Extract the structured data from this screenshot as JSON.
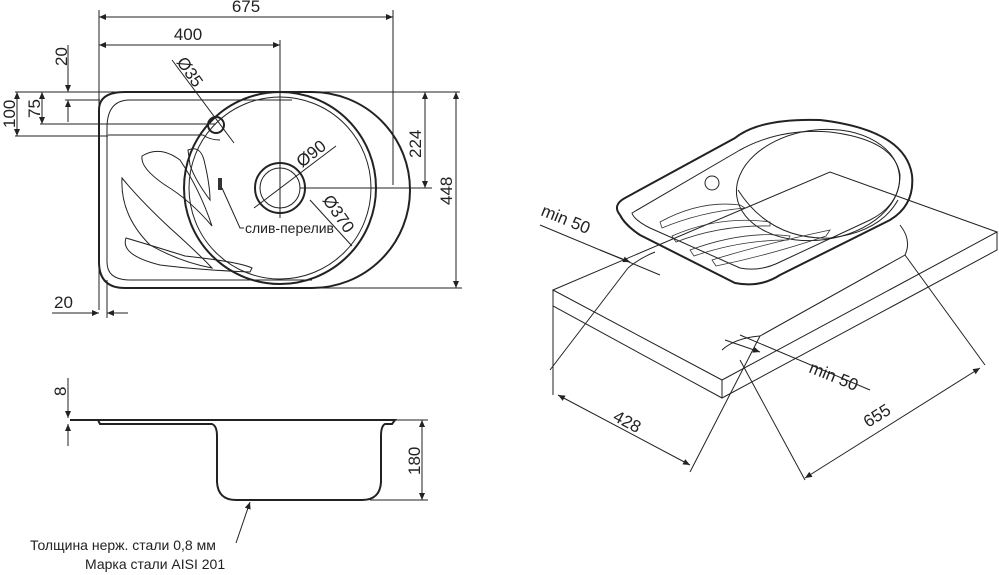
{
  "top_view": {
    "dim_overall_width": "675",
    "dim_bowl_center_offset": "400",
    "dim_tap_hole": "Ø35",
    "dim_drain": "Ø90",
    "dim_bowl": "Ø370",
    "dim_top_edge": "20",
    "dim_hole_offset_75": "75",
    "dim_hole_offset_100": "100",
    "dim_bowl_center_height": "224",
    "dim_overall_depth": "448",
    "dim_side_edge": "20",
    "overflow_label": "слив-перелив"
  },
  "side_view": {
    "dim_rim": "8",
    "dim_depth": "180",
    "note_thickness": "Толщина нерж. стали 0,8 мм",
    "note_grade": "Марка стали AISI 201"
  },
  "install_view": {
    "dim_min_left": "min 50",
    "dim_min_right": "min 50",
    "dim_cutout_depth": "428",
    "dim_cutout_width": "655"
  }
}
